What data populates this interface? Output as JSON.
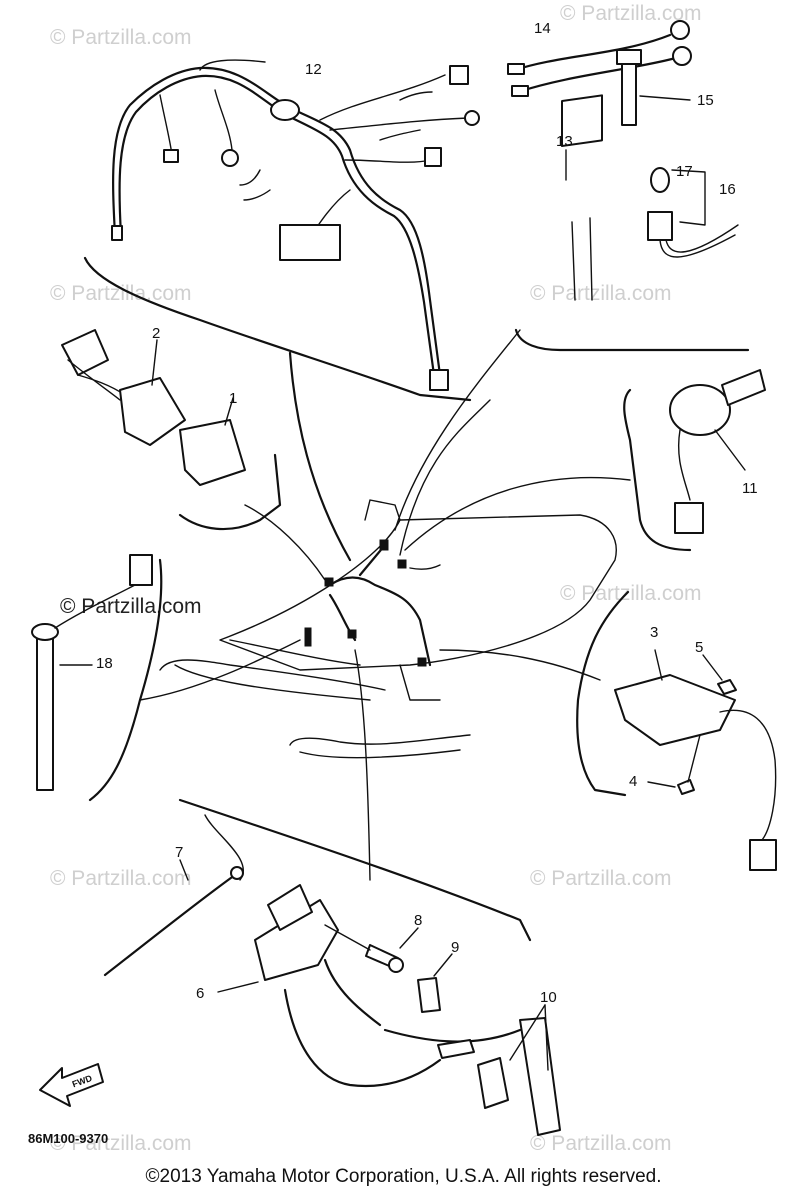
{
  "watermark": "© Partzilla.com",
  "callouts": {
    "c1": "1",
    "c2": "2",
    "c3": "3",
    "c4": "4",
    "c5": "5",
    "c6": "6",
    "c7": "7",
    "c8": "8",
    "c9": "9",
    "c10": "10",
    "c11": "11",
    "c12": "12",
    "c13": "13",
    "c14": "14",
    "c15": "15",
    "c16": "16",
    "c17": "17",
    "c18": "18"
  },
  "forward_label": "FWD",
  "diagram_code": "86M100-9370",
  "copyright": "©2013 Yamaha Motor Corporation, U.S.A. All rights reserved."
}
